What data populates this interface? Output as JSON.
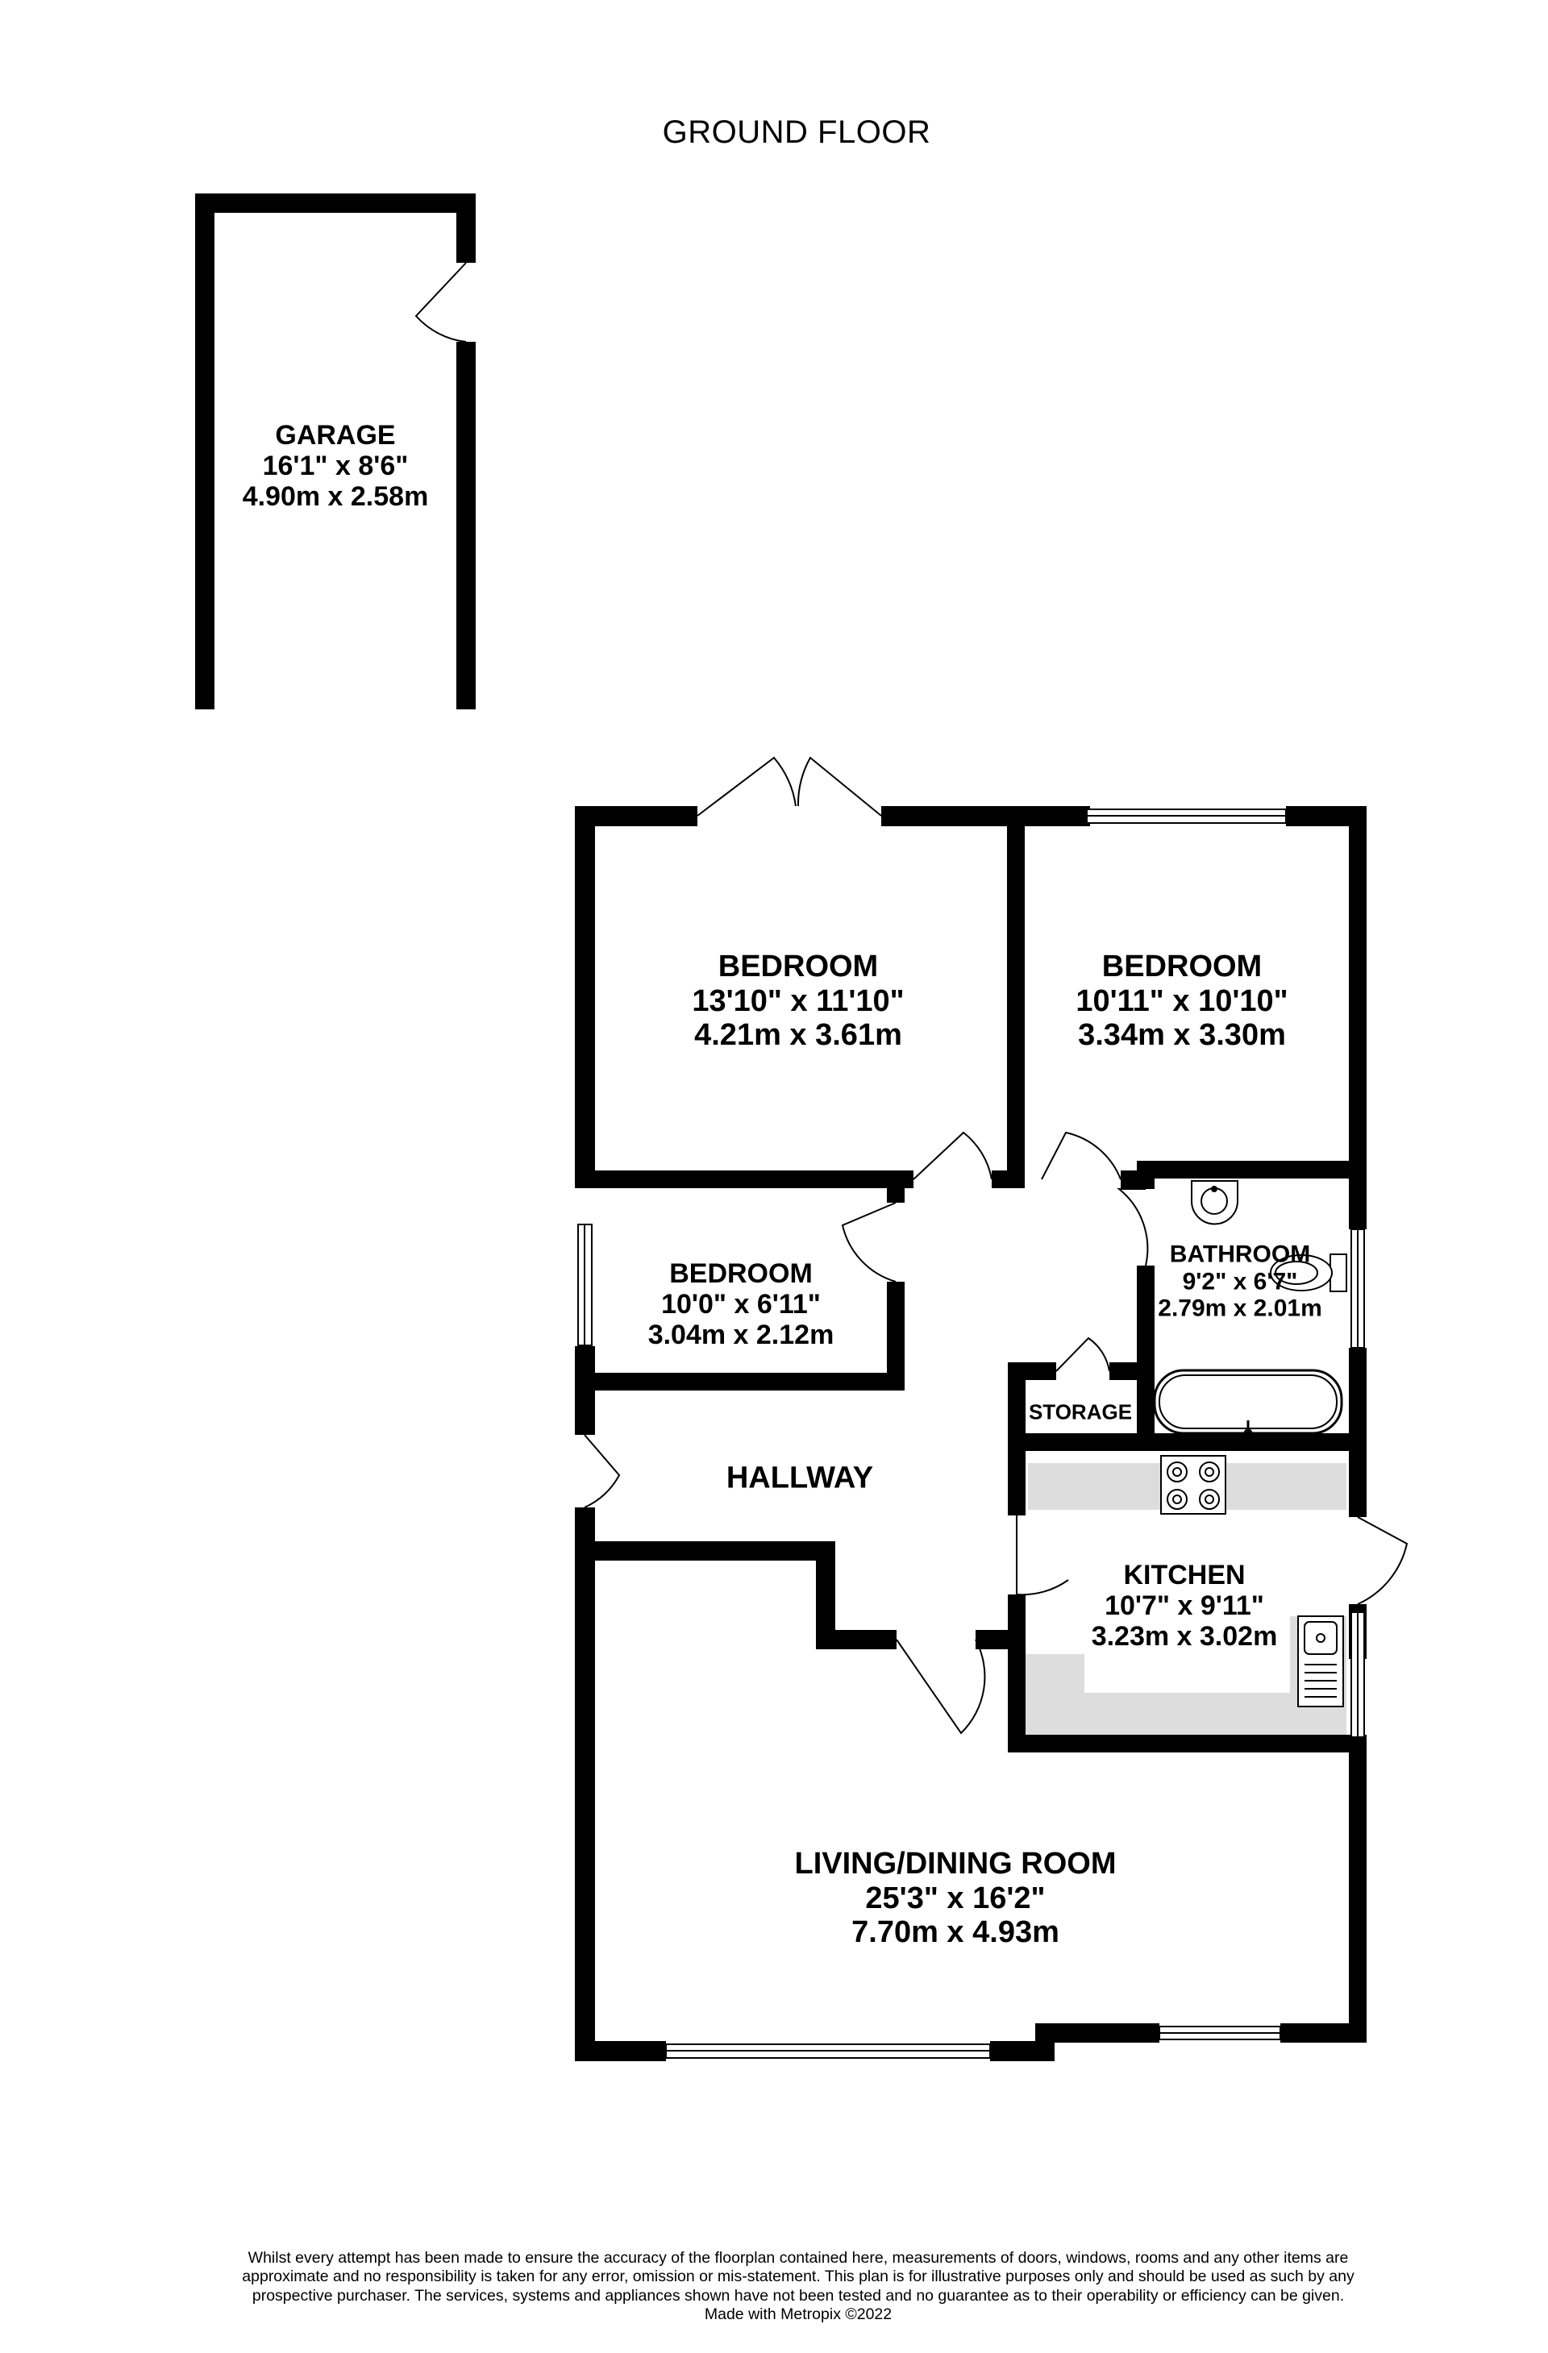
{
  "floor_title": "GROUND FLOOR",
  "rooms": {
    "garage": {
      "name": "GARAGE",
      "imperial": "16'1\"  x 8'6\"",
      "metric": "4.90m  x 2.58m"
    },
    "bedroom1": {
      "name": "BEDROOM",
      "imperial": "13'10\"  x 11'10\"",
      "metric": "4.21m  x 3.61m"
    },
    "bedroom2": {
      "name": "BEDROOM",
      "imperial": "10'11\"  x 10'10\"",
      "metric": "3.34m  x 3.30m"
    },
    "bedroom3": {
      "name": "BEDROOM",
      "imperial": "10'0\"  x 6'11\"",
      "metric": "3.04m  x 2.12m"
    },
    "bathroom": {
      "name": "BATHROOM",
      "imperial": "9'2\"  x 6'7\"",
      "metric": "2.79m  x 2.01m"
    },
    "storage": {
      "name": "STORAGE"
    },
    "hallway": {
      "name": "HALLWAY"
    },
    "kitchen": {
      "name": "KITCHEN",
      "imperial": "10'7\"  x 9'11\"",
      "metric": "3.23m  x 3.02m"
    },
    "living": {
      "name": "LIVING/DINING ROOM",
      "imperial": "25'3\"  x 16'2\"",
      "metric": "7.70m  x 4.93m"
    }
  },
  "disclaimer": {
    "text": "Whilst every attempt has been made to ensure the accuracy of the floorplan contained here, measurements of doors, windows, rooms and any other items are approximate and no responsibility is taken for any error, omission or mis-statement. This plan is for illustrative purposes only and should be used as such by any prospective purchaser. The services, systems and appliances shown have not been tested and no guarantee as to their operability or efficiency can be given.",
    "made_with": "Made with Metropix ©2022"
  },
  "colors": {
    "wall": "#000000",
    "counter": "#dddddd",
    "window": "#ffffff"
  }
}
